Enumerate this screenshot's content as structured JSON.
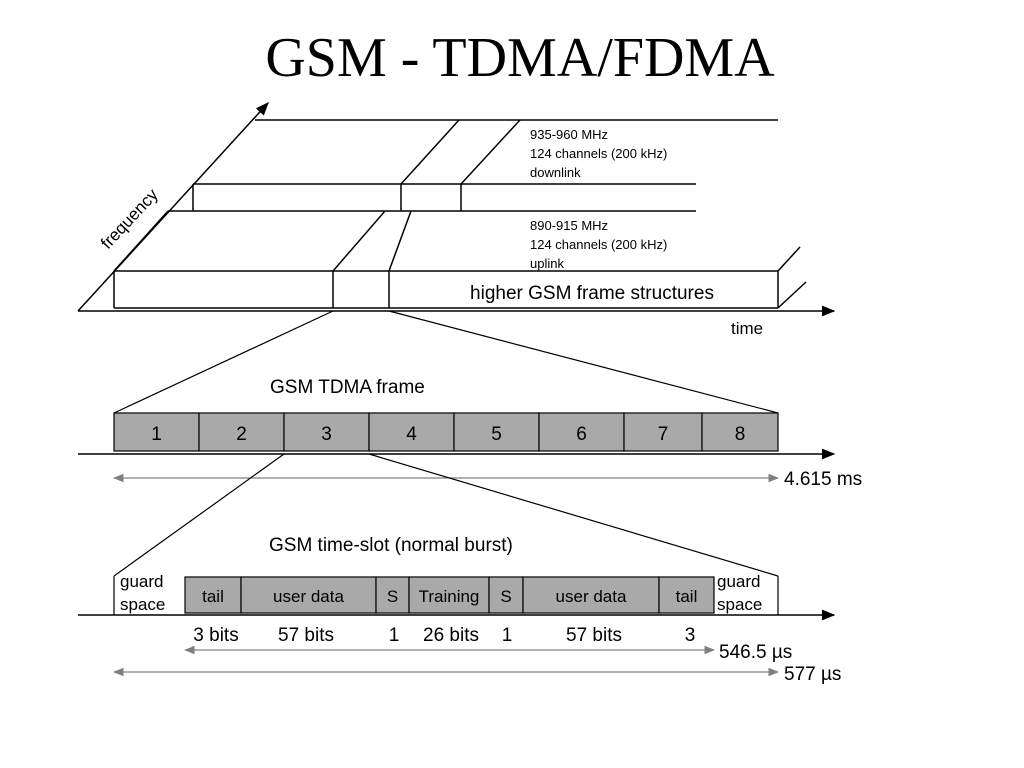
{
  "title": "GSM - TDMA/FDMA",
  "fdma": {
    "axis_frequency": "frequency",
    "axis_time": "time",
    "downlink": {
      "freq": "935-960 MHz",
      "channels": "124 channels (200 kHz)",
      "direction": "downlink"
    },
    "uplink": {
      "freq": "890-915 MHz",
      "channels": "124 channels (200 kHz)",
      "direction": "uplink"
    },
    "higher_frames": "higher GSM frame structures"
  },
  "tdma_frame": {
    "title": "GSM TDMA frame",
    "slots": [
      "1",
      "2",
      "3",
      "4",
      "5",
      "6",
      "7",
      "8"
    ],
    "duration": "4.615 ms"
  },
  "time_slot": {
    "title": "GSM time-slot (normal burst)",
    "guard_left": [
      "guard",
      "space"
    ],
    "guard_right": [
      "guard",
      "space"
    ],
    "fields": [
      {
        "label": "tail",
        "bits": "3 bits"
      },
      {
        "label": "user data",
        "bits": "57 bits"
      },
      {
        "label": "S",
        "bits": "1"
      },
      {
        "label": "Training",
        "bits": "26 bits"
      },
      {
        "label": "S",
        "bits": "1"
      },
      {
        "label": "user data",
        "bits": "57 bits"
      },
      {
        "label": "tail",
        "bits": "3"
      }
    ],
    "burst_duration": "546.5 µs",
    "slot_duration": "577 µs"
  },
  "colors": {
    "slot_fill": "#a9a9a9",
    "line": "#000000",
    "dim_line": "#808080"
  }
}
